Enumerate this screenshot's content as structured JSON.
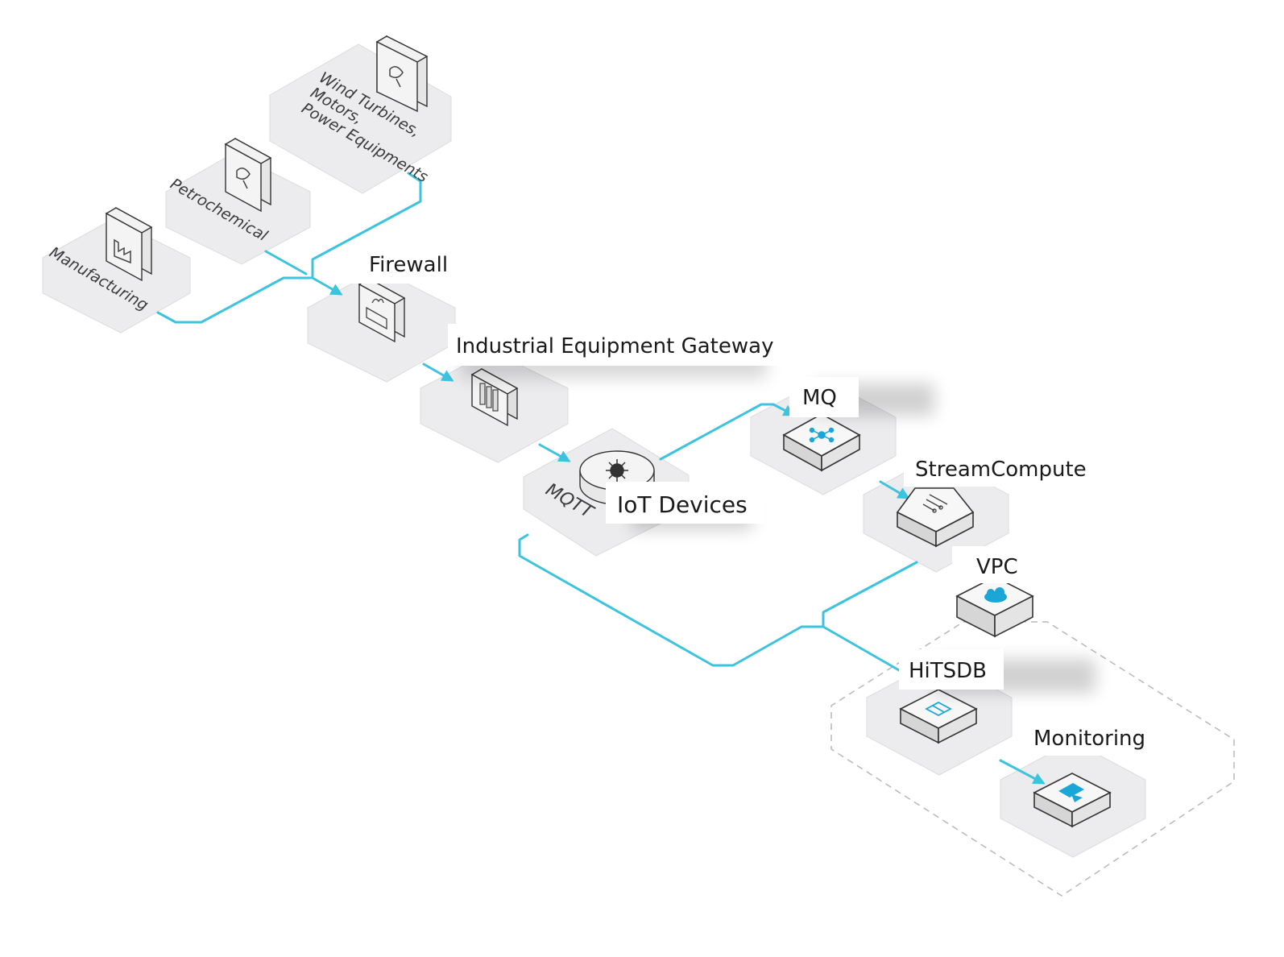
{
  "colors": {
    "flow": "#3cc3de",
    "platform_fill": "#ececee",
    "platform_stroke": "#dcdcdf",
    "device_fill": "#f4f4f4",
    "device_stroke": "#333333",
    "icon_accent": "#1aa6d6",
    "dashed_group": "#b8b8b8"
  },
  "sources": {
    "wind": "Wind Turbines,\nMotors,\nPower Equipments",
    "petro": "Petrochemical",
    "manufacturing": "Manufacturing"
  },
  "nodes": {
    "firewall": "Firewall",
    "gateway": "Industrial Equipment Gateway",
    "mqtt": "MQTT",
    "iot": "IoT Devices",
    "mq": "MQ",
    "stream": "StreamCompute",
    "vpc": "VPC",
    "hitsdb": "HiTSDB",
    "monitoring": "Monitoring"
  },
  "icons": {
    "wind": "satellite-dish-icon",
    "petro": "satellite-dish-icon",
    "manufacturing": "factory-icon",
    "firewall": "brick-wall-fire-icon",
    "gateway": "server-rack-icon",
    "iot": "virus-hub-icon",
    "mq": "message-network-icon",
    "stream": "circuit-icon",
    "vpc": "cloud-icon",
    "hitsdb": "database-chip-icon",
    "monitoring": "monitor-icon"
  }
}
